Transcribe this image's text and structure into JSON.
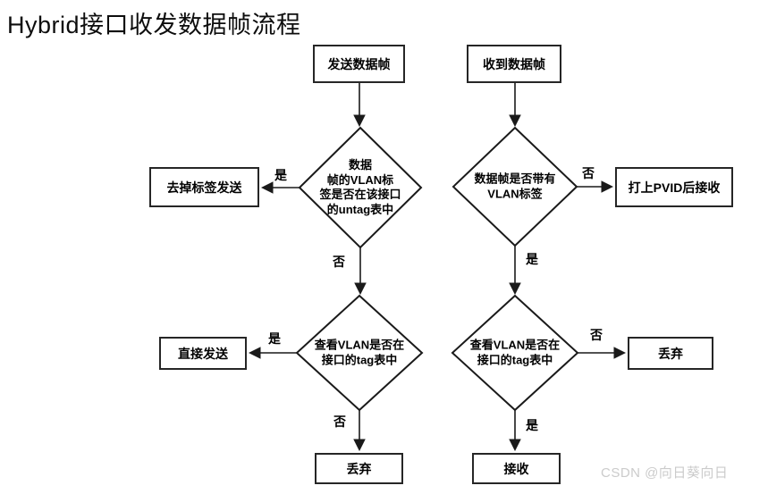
{
  "title": "Hybrid接口收发数据帧流程",
  "watermark": "CSDN @向日葵向日",
  "colors": {
    "line": "#1a1a1a",
    "box_border": "#262626",
    "watermark": "#cbcbcb"
  },
  "send_flow": {
    "start": "发送数据帧",
    "decision1": "数据\n帧的VLAN标\n签是否在该接口\n的untag表中",
    "decision1_yes_label": "是",
    "action1": "去掉标签发送",
    "decision1_no_label": "否",
    "decision2": "查看VLAN是否在\n接口的tag表中",
    "decision2_yes_label": "是",
    "action2": "直接发送",
    "decision2_no_label": "否",
    "end": "丢弃"
  },
  "receive_flow": {
    "start": "收到数据帧",
    "decision1": "数据帧是否带有\nVLAN标签",
    "decision1_no_label": "否",
    "action1": "打上PVID后接收",
    "decision1_yes_label": "是",
    "decision2": "查看VLAN是否在\n接口的tag表中",
    "decision2_no_label": "否",
    "action2": "丢弃",
    "decision2_yes_label": "是",
    "end": "接收"
  }
}
